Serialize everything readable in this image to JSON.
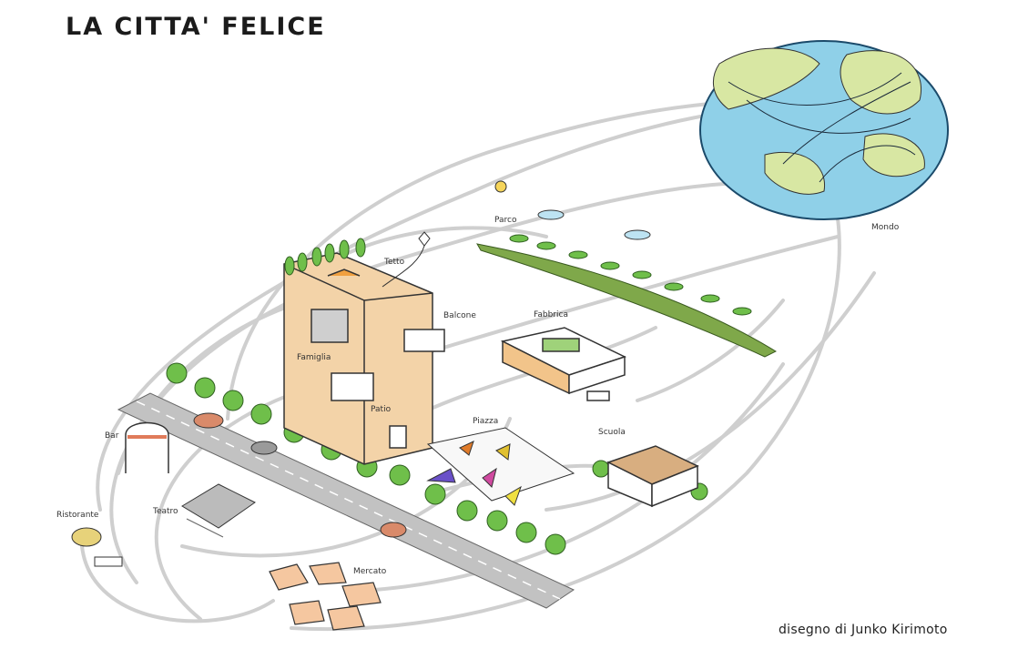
{
  "title": "LA CITTA' FELICE",
  "credit": "disegno di Junko Kirimoto",
  "labels": {
    "tetto": "Tetto",
    "balcone": "Balcone",
    "famiglia": "Famiglia",
    "patio": "Patio",
    "parco": "Parco",
    "fabbrica": "Fabbrica",
    "piazza": "Piazza",
    "scuola": "Scuola",
    "bar": "Bar",
    "ristorante": "Ristorante",
    "teatro": "Teatro",
    "mercato": "Mercato",
    "mondo": "Mondo"
  },
  "colors": {
    "ocean": "#8fd0e8",
    "land": "#d8e7a3",
    "building": "#f3d3a8",
    "road": "#c2c2c2",
    "tree": "#6fbf4a",
    "park": "#7fa84a",
    "loops": "#cfcfcf"
  }
}
